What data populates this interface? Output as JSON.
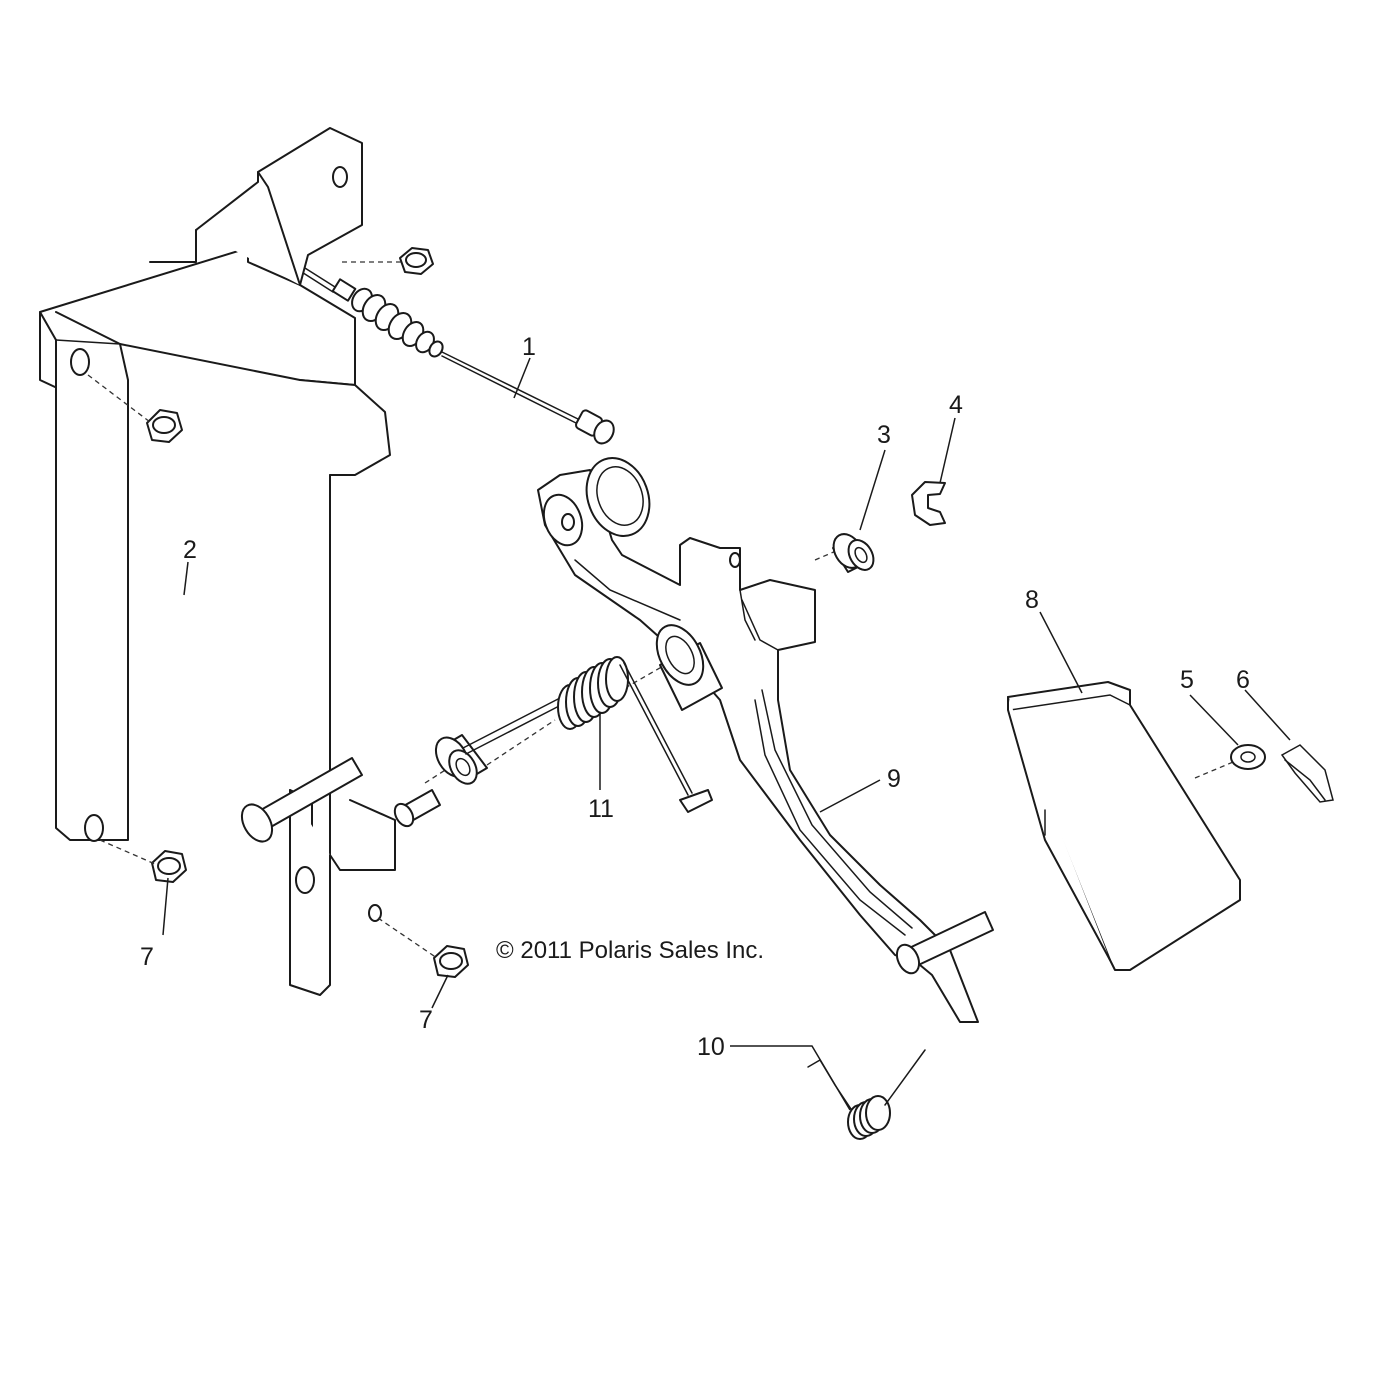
{
  "diagram": {
    "copyright": "© 2011 Polaris Sales Inc.",
    "callouts": {
      "c1": "1",
      "c2": "2",
      "c3": "3",
      "c4": "4",
      "c5": "5",
      "c6": "6",
      "c7a": "7",
      "c7b": "7",
      "c8": "8",
      "c9": "9",
      "c10": "10",
      "c11": "11"
    }
  }
}
